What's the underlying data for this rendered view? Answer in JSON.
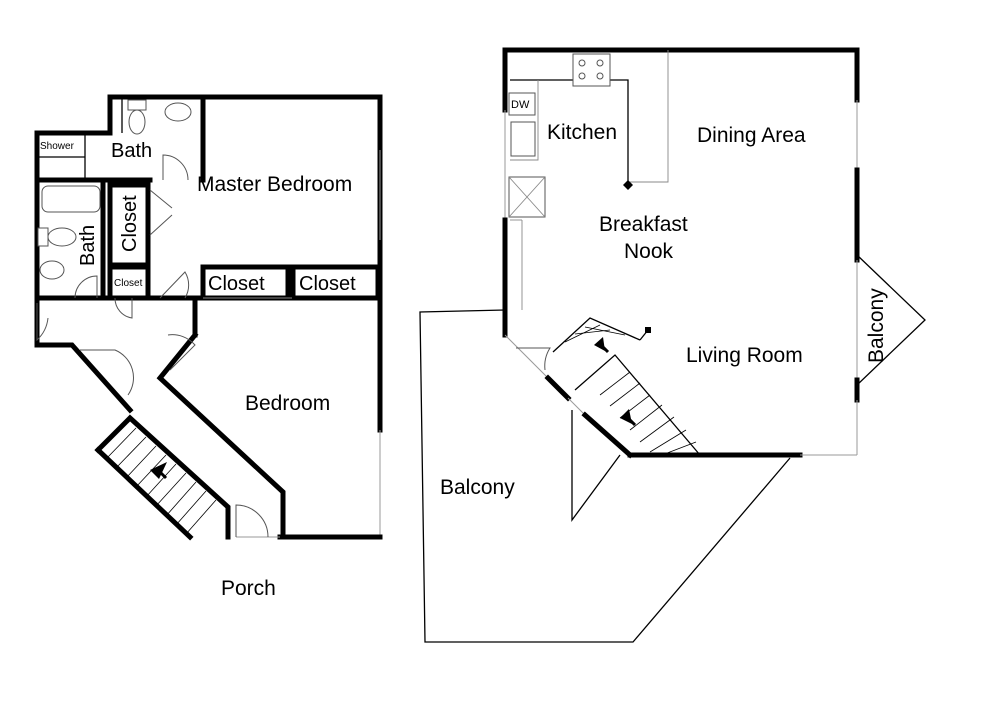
{
  "labels": {
    "left_bath_top": "Bath",
    "shower": "Shower",
    "master_bedroom": "Master Bedroom",
    "closet_vertical": "Closet",
    "bath_vertical": "Bath",
    "closet_small": "Closet",
    "closet_mid_1": "Closet",
    "closet_mid_2": "Closet",
    "bedroom": "Bedroom",
    "porch": "Porch",
    "dishwasher": "DW",
    "kitchen": "Kitchen",
    "dining_area": "Dining Area",
    "breakfast_nook_line1": "Breakfast",
    "breakfast_nook_line2": "Nook",
    "living_room": "Living Room",
    "balcony_side": "Balcony",
    "balcony_main": "Balcony"
  }
}
